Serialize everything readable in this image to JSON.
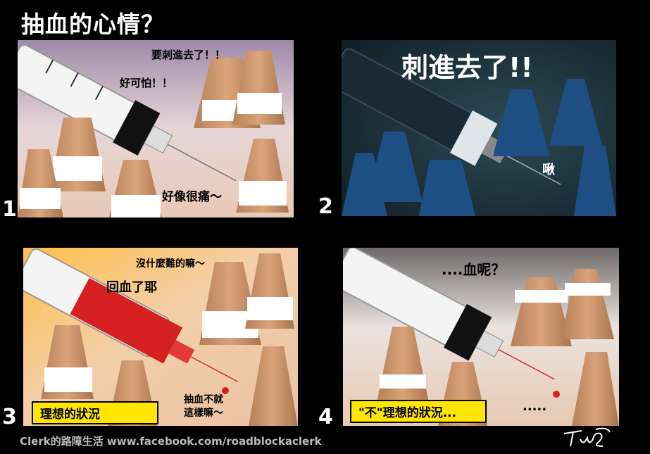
{
  "title": "抽血的心情？",
  "panels": [
    {
      "number": "1",
      "texts": [
        "要刺進去了！！",
        "好可怕！！",
        "好像很痛～"
      ]
    },
    {
      "number": "2",
      "texts": [
        "刺進去了!!",
        "啾"
      ]
    },
    {
      "number": "3",
      "texts": [
        "沒什麼難的嘛～",
        "回血了耶",
        "抽血不就",
        "這樣嘛～"
      ],
      "caption": "理想的狀況"
    },
    {
      "number": "4",
      "texts": [
        "....血呢？",
        "....."
      ],
      "caption": "\"不\"理想的狀況..."
    }
  ],
  "footer": "Clerk的路障生活 www.facebook.com/roadblockaclerk"
}
